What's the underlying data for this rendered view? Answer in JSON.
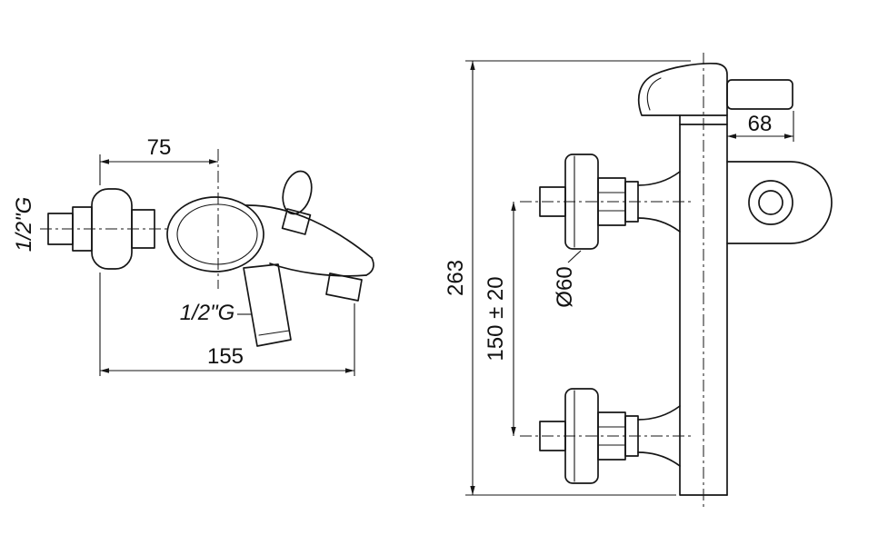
{
  "drawing": {
    "colors": {
      "background": "#ffffff",
      "line": "#161616"
    },
    "side_view": {
      "dim_width_to_handle": "75",
      "dim_total_length": "155",
      "inlet_thread_label": "1/2\"G",
      "outlet_thread_label": "1/2\"G"
    },
    "front_view": {
      "dim_handle_depth": "68",
      "dim_total_height": "263",
      "dim_inlet_spacing": "150 ± 20",
      "dim_flange_diameter": "Ø60"
    }
  }
}
